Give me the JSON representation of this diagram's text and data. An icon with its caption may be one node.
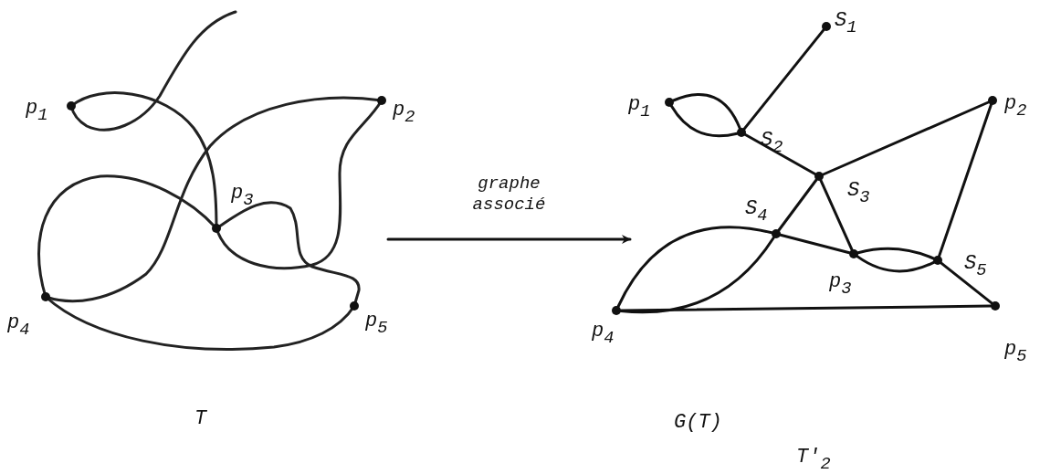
{
  "diagram": {
    "nodes": [
      {
        "text": [],
        "shape": "picture",
        "beside": [
          "T"
        ]
      },
      {
        "text": [],
        "shape": "circle",
        "beside": [
          "S$_{1}$"
        ]
      },
      {
        "text": [],
        "shape": "circle",
        "beside": [
          "p$_{1}$"
        ]
      },
      {
        "text": [],
        "shape": "circle",
        "beside": [
          "S$_{2}$"
        ]
      },
      {
        "text": [],
        "shape": "circle",
        "beside": [
          "p$_{2}$"
        ]
      },
      {
        "text": [],
        "shape": "circle",
        "beside": [
          "S$_{3}$"
        ]
      },
      {
        "text": [],
        "shape": "circle",
        "beside": [
          "S$_{4}$"
        ]
      },
      {
        "text": [],
        "shape": "circle",
        "beside": [
          "p$_{3}$"
        ]
      },
      {
        "text": [],
        "shape": "circle",
        "beside": [
          "S$_{5}$"
        ]
      },
      {
        "text": [],
        "shape": "circle",
        "beside": [
          "p$_{4}$"
        ]
      },
      {
        "text": [],
        "shape": "circle",
        "beside": [
          "p$_{5}$"
        ]
      }
    ],
    "edges": [
      {
        "from": 0,
        "to": null,
        "arrow": "to",
        "label": "graphe associé"
      },
      {
        "from": 1,
        "to": 3,
        "arrow": "none"
      },
      {
        "from": 2,
        "to": 3,
        "arrow": "none"
      },
      {
        "from": 2,
        "to": 3,
        "arrow": "none"
      },
      {
        "from": 3,
        "to": 5,
        "arrow": "none"
      },
      {
        "from": 5,
        "to": 4,
        "arrow": "none"
      },
      {
        "from": 4,
        "to": 8,
        "arrow": "none"
      },
      {
        "from": 5,
        "to": 6,
        "arrow": "none"
      },
      {
        "from": 5,
        "to": 7,
        "arrow": "none"
      },
      {
        "from": 6,
        "to": 7,
        "arrow": "none"
      },
      {
        "from": 7,
        "to": 8,
        "arrow": "none"
      },
      {
        "from": 7,
        "to": 8,
        "arrow": "none"
      },
      {
        "from": 8,
        "to": 10,
        "arrow": "none"
      },
      {
        "from": 6,
        "to": 9,
        "arrow": "none"
      },
      {
        "from": 6,
        "to": 9,
        "arrow": "none"
      },
      {
        "from": 9,
        "to": 10,
        "arrow": "none"
      }
    ],
    "labels": [
      "p$_{1}$",
      "p$_{2}$",
      "p$_{3}$",
      "p$_{4}$",
      "p$_{5}$",
      "G(T)",
      "T'$_{2}$"
    ]
  }
}
